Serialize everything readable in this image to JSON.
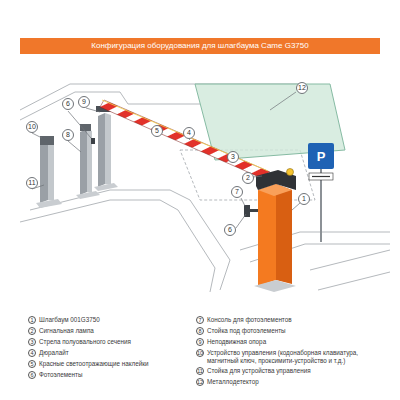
{
  "diagram": {
    "title": "Конфигурация оборудования для шлагбаума Came G3750",
    "nodes": [
      {
        "text": [
          "12"
        ]
      },
      {
        "text": [
          "6"
        ]
      },
      {
        "text": [
          "9"
        ]
      },
      {
        "text": [
          "10"
        ]
      },
      {
        "text": [
          "5"
        ]
      },
      {
        "text": [
          "8"
        ]
      },
      {
        "text": [
          "4"
        ]
      },
      {
        "text": [
          "3"
        ]
      },
      {
        "text": [
          "2"
        ]
      },
      {
        "text": [
          "7"
        ]
      },
      {
        "text": [
          "1"
        ]
      },
      {
        "text": [
          "11"
        ]
      },
      {
        "text": [
          "6"
        ]
      },
      {
        "text": [
          "1",
          "Шлагбаум 001G3750"
        ]
      },
      {
        "text": [
          "2",
          "Сигнальная лампа"
        ]
      },
      {
        "text": [
          "3",
          "Стрела полуовального сечения"
        ]
      },
      {
        "text": [
          "4",
          "Дюралайт"
        ]
      },
      {
        "text": [
          "5",
          "Красные светоотражающие наклейки"
        ]
      },
      {
        "text": [
          "6",
          "Фотоэлементы"
        ]
      },
      {
        "text": [
          "7",
          "Консоль для фотоэлементов"
        ]
      },
      {
        "text": [
          "8",
          "Стойка под фотоэлементы"
        ]
      },
      {
        "text": [
          "9",
          "Неподвижная опора"
        ]
      },
      {
        "text": [
          "10",
          "Устройство управления (кодонаборная клавиатура, магнитный ключ, проксимити-устройство и т.д.)"
        ]
      },
      {
        "text": [
          "11",
          "Стойка для устройства управления"
        ]
      },
      {
        "text": [
          "12",
          "Металлодетектор"
        ]
      }
    ],
    "labels": [
      "P"
    ]
  }
}
